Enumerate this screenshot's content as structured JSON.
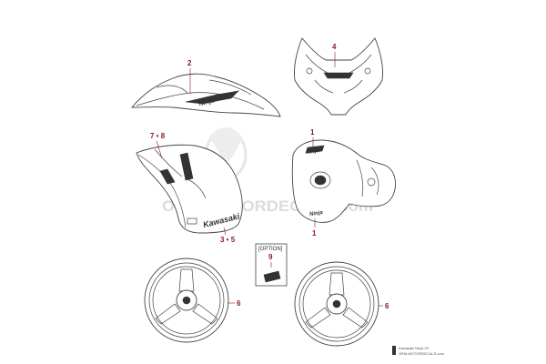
{
  "callouts": {
    "c1a": "1",
    "c1b": "1",
    "c2": "2",
    "c4": "4",
    "c78": "7 • 8",
    "c35": "3 • 5",
    "c6a": "6",
    "c6b": "6",
    "c9": "9"
  },
  "option_label": "[OPTION]",
  "watermark": {
    "main": "OEM-MOTORDECALS.com"
  },
  "decal_text": {
    "fairing_logo": "Kawasaki",
    "windscreen_logo": "Ninja",
    "tank_logo_top": "Ninja",
    "tank_logo_bottom": "Ninja"
  },
  "credits": {
    "line1": "Kawasaki Ninja ZX",
    "line2": "OEM-MOTORDECALS.com"
  }
}
